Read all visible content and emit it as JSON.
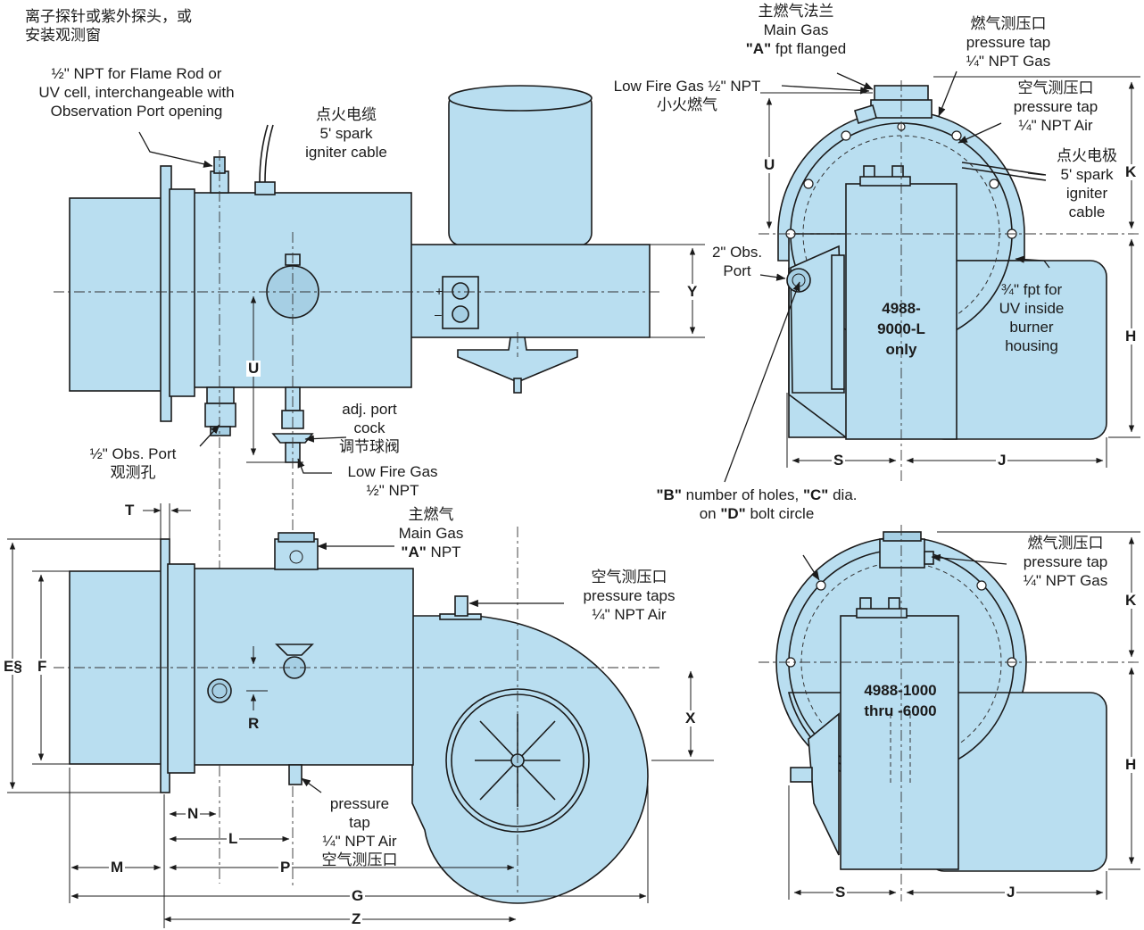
{
  "callouts": {
    "flame_rod": {
      "zh": [
        "离子探针或紫外探头，或",
        "安装观测窗"
      ],
      "en": [
        "½\" NPT for Flame Rod or",
        "UV cell, interchangeable with",
        "Observation Port opening"
      ]
    },
    "spark_cable_front": {
      "zh": "点火电缆",
      "en": [
        "5' spark",
        "igniter cable"
      ]
    },
    "obs_port_half": {
      "en": "½\" Obs. Port",
      "zh": "观测孔"
    },
    "adj_port_cock": {
      "en": [
        "adj. port",
        "cock"
      ],
      "zh": "调节球阀"
    },
    "low_fire_front": {
      "en": [
        "Low Fire Gas",
        "½\" NPT"
      ]
    },
    "main_gas_flanged": {
      "zh": "主燃气法兰",
      "en": "Main Gas",
      "fpt": [
        "\"A\"",
        " fpt flanged"
      ]
    },
    "low_fire_end": {
      "en": "Low Fire Gas ½\" NPT",
      "zh": "小火燃气"
    },
    "gas_tap_end": {
      "zh": "燃气测压口",
      "en": [
        "pressure tap",
        "¼\" NPT Gas"
      ]
    },
    "air_tap_end": {
      "zh": "空气测压口",
      "en": [
        "pressure tap",
        "¼\" NPT Air"
      ]
    },
    "spark_end": {
      "zh": "点火电极",
      "en": [
        "5' spark",
        "igniter",
        "cable"
      ]
    },
    "obs_port_2in": {
      "en": [
        "2\" Obs.",
        "Port"
      ]
    },
    "uv_fpt": {
      "en": [
        "¾\" fpt for",
        "UV inside",
        "burner",
        "housing"
      ]
    },
    "bolt_circle": {
      "parts": [
        "\"B\"",
        " number of holes, ",
        "\"C\"",
        " dia.",
        "on ",
        "\"D\"",
        " bolt circle"
      ]
    },
    "main_gas_top": {
      "zh": "主燃气",
      "en": "Main Gas",
      "npt": [
        "\"A\"",
        " NPT"
      ]
    },
    "air_taps_top": {
      "zh": "空气测压口",
      "en": [
        "pressure taps",
        "¼\" NPT Air"
      ]
    },
    "pressure_tap_top": {
      "en": [
        "pressure",
        "tap",
        "¼\" NPT Air"
      ],
      "zh": "空气测压口"
    },
    "gas_tap_lower": {
      "zh": "燃气测压口",
      "en": [
        "pressure tap",
        "¼\" NPT Gas"
      ]
    }
  },
  "models": {
    "upper": [
      "4988-",
      "9000-L",
      "only"
    ],
    "lower": [
      "4988-1000",
      "thru -6000"
    ]
  },
  "dimensions": {
    "U_front": "U",
    "Y": "Y",
    "T": "T",
    "E": "E§",
    "F": "F",
    "R": "R",
    "X": "X",
    "N": "N",
    "L": "L",
    "M": "M",
    "P": "P",
    "G": "G",
    "Z": "Z",
    "U_end": "U",
    "K_upper": "K",
    "H_upper": "H",
    "S_upper": "S",
    "J_upper": "J",
    "K_lower": "K",
    "H_lower": "H",
    "S_lower": "S",
    "J_lower": "J"
  }
}
